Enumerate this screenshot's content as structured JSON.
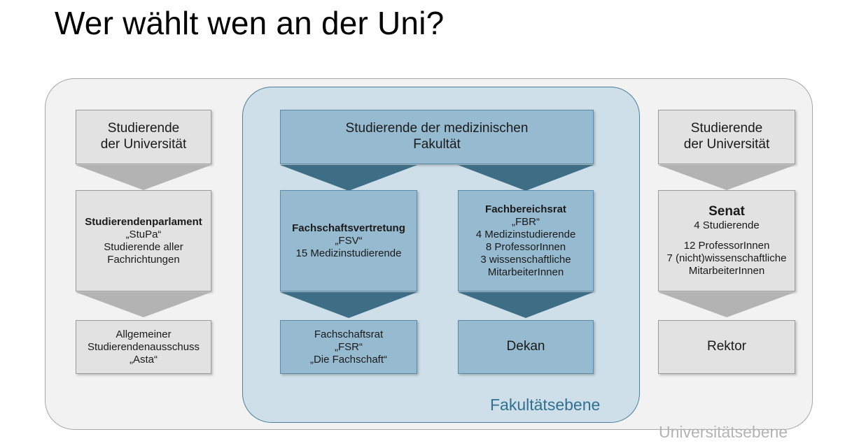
{
  "title": "Wer wählt wen an der Uni?",
  "panels": {
    "university": {
      "label": "Universitätsebene",
      "color": "#f2f2f2",
      "border": "#a6a6a6",
      "text_color": "#b3b3b3"
    },
    "faculty": {
      "label": "Fakultätsebene",
      "color": "#cfdfe9",
      "border": "#4a7e99",
      "text_color": "#31708f"
    }
  },
  "colors": {
    "gray_box_fill": "#e2e2e2",
    "gray_box_border": "#9b9b9b",
    "gray_arrow": "#b3b3b3",
    "blue_box_fill": "#96bbd1",
    "blue_box_border": "#5a8aa5",
    "blue_arrow": "#3d6e85",
    "title_color": "#000000"
  },
  "columns": {
    "left": {
      "top": {
        "lines": [
          "Studierende",
          "der Universität"
        ]
      },
      "mid": {
        "lines": [
          "Studierendenparlament",
          "„StuPa“",
          "Studierende aller",
          "Fachrichtungen"
        ],
        "bold_lines": [
          0
        ]
      },
      "bottom": {
        "lines": [
          "Allgemeiner",
          "Studierendenausschuss",
          "„Asta“"
        ]
      }
    },
    "center": {
      "top": {
        "lines": [
          "Studierende der medizinischen",
          "Fakultät"
        ]
      },
      "fsv": {
        "lines": [
          "Fachschaftsvertretung",
          "„FSV“",
          "15 Medizinstudierende"
        ],
        "bold_lines": [
          0
        ]
      },
      "fbr": {
        "lines": [
          "Fachbereichsrat",
          "„FBR“",
          "4 Medizinstudierende",
          "8 ProfessorInnen",
          "3 wissenschaftliche",
          "MitarbeiterInnen"
        ],
        "bold_lines": [
          0
        ]
      },
      "fsr": {
        "lines": [
          "Fachschaftsrat",
          "„FSR“",
          "„Die Fachschaft“"
        ]
      },
      "dekan": {
        "lines": [
          "Dekan"
        ]
      }
    },
    "right": {
      "top": {
        "lines": [
          "Studierende",
          "der Universität"
        ]
      },
      "mid": {
        "lines": [
          "Senat",
          "4 Studierende",
          "",
          "12 ProfessorInnen",
          "7 (nicht)wissenschaftliche",
          "MitarbeiterInnen"
        ],
        "bold_lines": [
          0
        ]
      },
      "bottom": {
        "lines": [
          "Rektor"
        ]
      }
    }
  },
  "arrows": [
    {
      "name": "arrow-left-top",
      "style": "gray"
    },
    {
      "name": "arrow-left-bottom",
      "style": "gray"
    },
    {
      "name": "arrow-center-to-fsv",
      "style": "blue"
    },
    {
      "name": "arrow-center-to-fbr",
      "style": "blue"
    },
    {
      "name": "arrow-fsv-to-fsr",
      "style": "blue"
    },
    {
      "name": "arrow-fbr-to-dekan",
      "style": "blue"
    },
    {
      "name": "arrow-right-top",
      "style": "gray"
    },
    {
      "name": "arrow-right-bottom",
      "style": "gray"
    }
  ]
}
